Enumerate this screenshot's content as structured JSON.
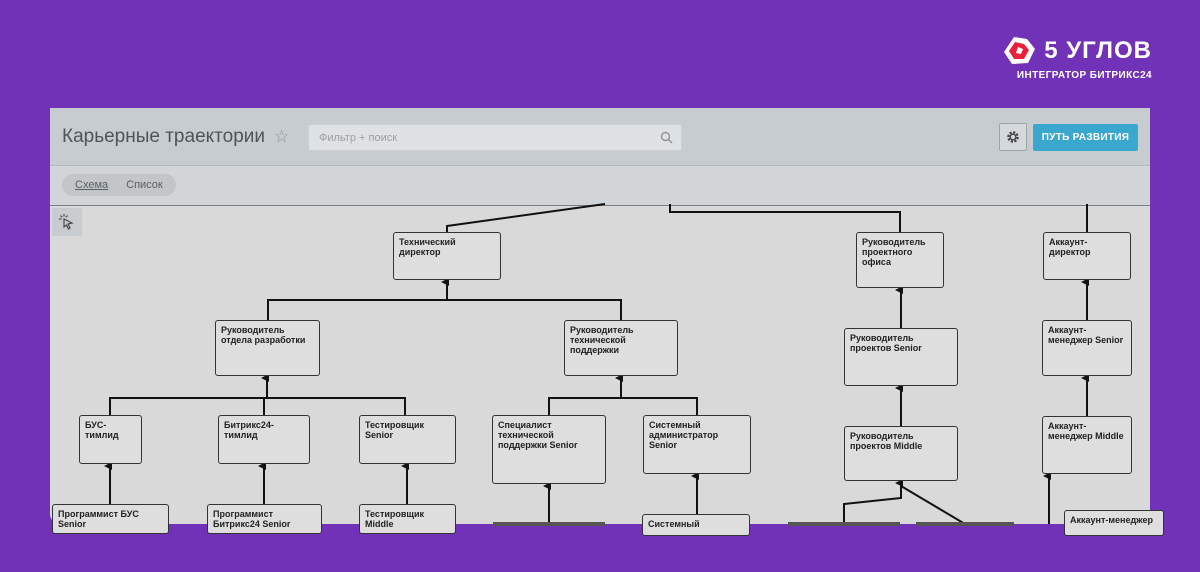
{
  "brand": {
    "name": "5 УГЛОВ",
    "subtitle": "ИНТЕГРАТОР БИТРИКС24",
    "color": "#ffffff",
    "logo_color": "#e8203a"
  },
  "header": {
    "title": "Карьерные траектории",
    "favorite_icon": "star-icon",
    "search_placeholder": "Фильтр + поиск",
    "settings_icon": "gear-icon",
    "primary_button": "ПУТЬ РАЗВИТИЯ",
    "primary_color": "#3aa7ce"
  },
  "toolbar": {
    "tabs": [
      {
        "label": "Схема",
        "active": true
      },
      {
        "label": "Список",
        "active": false
      }
    ],
    "tool_icon": "pointer-icon"
  },
  "diagram": {
    "nodes": [
      {
        "label": "Технический директор"
      },
      {
        "label": "Руководитель проектного офиса"
      },
      {
        "label": "Аккаунт-директор"
      },
      {
        "label": "Руководитель отдела разработки"
      },
      {
        "label": "Руководитель технической поддержки"
      },
      {
        "label": "Руководитель проектов Senior"
      },
      {
        "label": "Аккаунт-менеджер Senior"
      },
      {
        "label": "БУС-тимлид"
      },
      {
        "label": "Битрикс24-тимлид"
      },
      {
        "label": "Тестировщик Senior"
      },
      {
        "label": "Специалист технической поддержки Senior"
      },
      {
        "label": "Системный администратор Senior"
      },
      {
        "label": "Руководитель проектов Middle"
      },
      {
        "label": "Аккаунт-менеджер Middle"
      },
      {
        "label": "Программист БУС Senior"
      },
      {
        "label": "Программист Битрикс24 Senior"
      },
      {
        "label": "Тестировщик Middle"
      },
      {
        "label": "Системный"
      },
      {
        "label": "Аккаунт-менеджер"
      }
    ]
  }
}
